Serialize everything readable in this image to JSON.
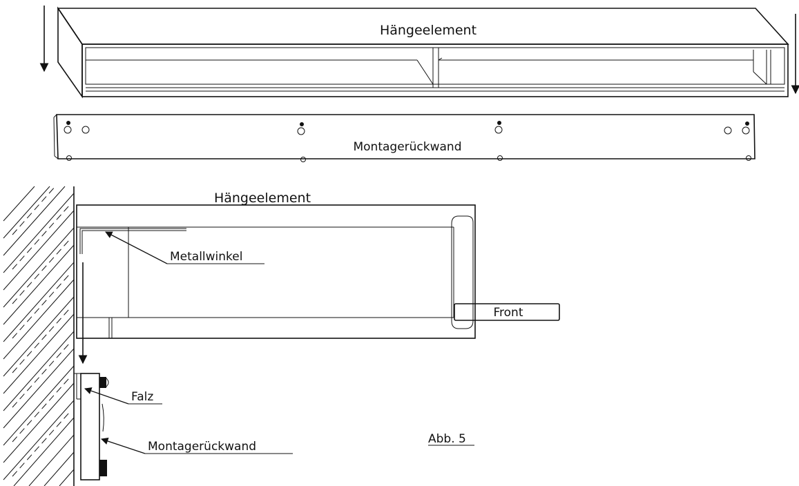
{
  "labels": {
    "top_cabinet": "Hängeelement",
    "top_back_panel": "Montagerückwand",
    "side_cabinet": "Hängeelement",
    "metal_angle": "Metallwinkel",
    "front": "Front",
    "rebate": "Falz",
    "side_back_panel": "Montagerückwand",
    "figure": "Abb. 5"
  }
}
